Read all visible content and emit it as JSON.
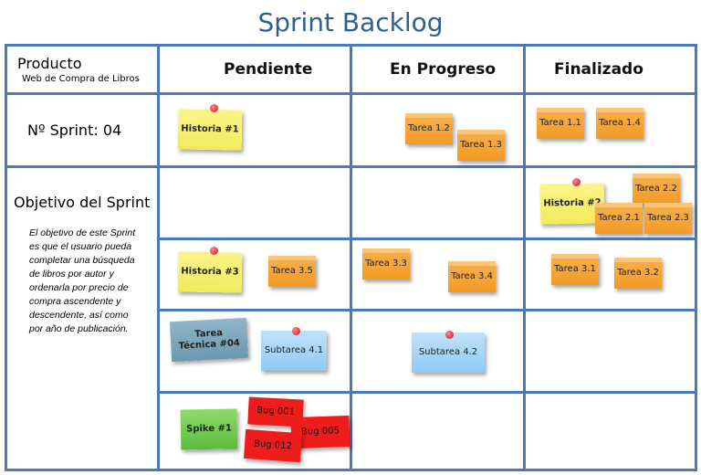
{
  "title": "Sprint Backlog",
  "left_column": {
    "product_label": "Producto",
    "product_name": "Web de Compra de Libros",
    "sprint_number": "Nº Sprint: 04",
    "goal_title": "Objetivo del Sprint",
    "goal_text": "El objetivo de este Sprint es que el usuario pueda completar una búsqueda de libros por autor y ordenarla por precio de compra ascendente y descendente, así como por año de publicación."
  },
  "columns": [
    "Pendiente",
    "En Progreso",
    "Finalizado"
  ],
  "notes": {
    "historia1": "Historia #1",
    "tarea_1_2": "Tarea 1.2",
    "tarea_1_3": "Tarea 1.3",
    "tarea_1_1": "Tarea 1.1",
    "tarea_1_4": "Tarea 1.4",
    "historia2": "Historia #2",
    "tarea_2_2": "Tarea 2.2",
    "tarea_2_1": "Tarea 2.1",
    "tarea_2_3": "Tarea 2.3",
    "historia3": "Historia #3",
    "tarea_3_5": "Tarea 3.5",
    "tarea_3_3": "Tarea 3.3",
    "tarea_3_4": "Tarea 3.4",
    "tarea_3_1": "Tarea 3.1",
    "tarea_3_2": "Tarea 3.2",
    "tarea_tecnica": "Tarea Técnica #04",
    "subtarea_4_1": "Subtarea 4.1",
    "subtarea_4_2": "Subtarea 4.2",
    "spike1": "Spike #1",
    "bug_001": "Bug 001",
    "bug_005": "Bug 005",
    "bug_012": "Bug 012"
  },
  "colors": {
    "border": "#4a78b8",
    "title": "#2f5f8f",
    "task_note": "#f39a26",
    "story_note": "#f2ea5c",
    "subtask_note": "#8fcaf2",
    "tech_task_note": "#6c98b0",
    "spike_note": "#5cbc3e",
    "bug_note": "#ef1c1c"
  }
}
